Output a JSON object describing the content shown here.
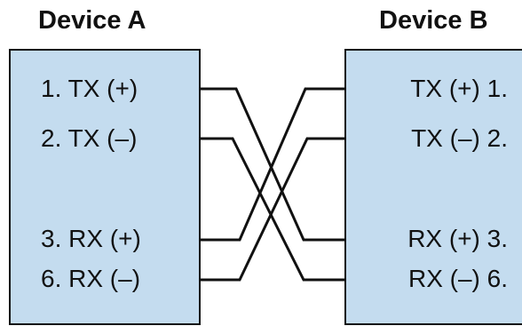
{
  "device_a": {
    "title": "Device A",
    "pins": [
      "1. TX (+)",
      "2. TX (–)",
      "3. RX (+)",
      "6. RX (–)"
    ]
  },
  "device_b": {
    "title": "Device B",
    "pins": [
      "TX (+) 1.",
      "TX (–) 2.",
      "RX (+) 3.",
      "RX (–) 6."
    ]
  },
  "connections": [
    {
      "from": "device_a.pins.0",
      "to": "device_b.pins.2"
    },
    {
      "from": "device_a.pins.1",
      "to": "device_b.pins.3"
    },
    {
      "from": "device_a.pins.2",
      "to": "device_b.pins.0"
    },
    {
      "from": "device_a.pins.3",
      "to": "device_b.pins.1"
    }
  ],
  "colors": {
    "box_fill": "#c4dcef",
    "line": "#111111"
  }
}
